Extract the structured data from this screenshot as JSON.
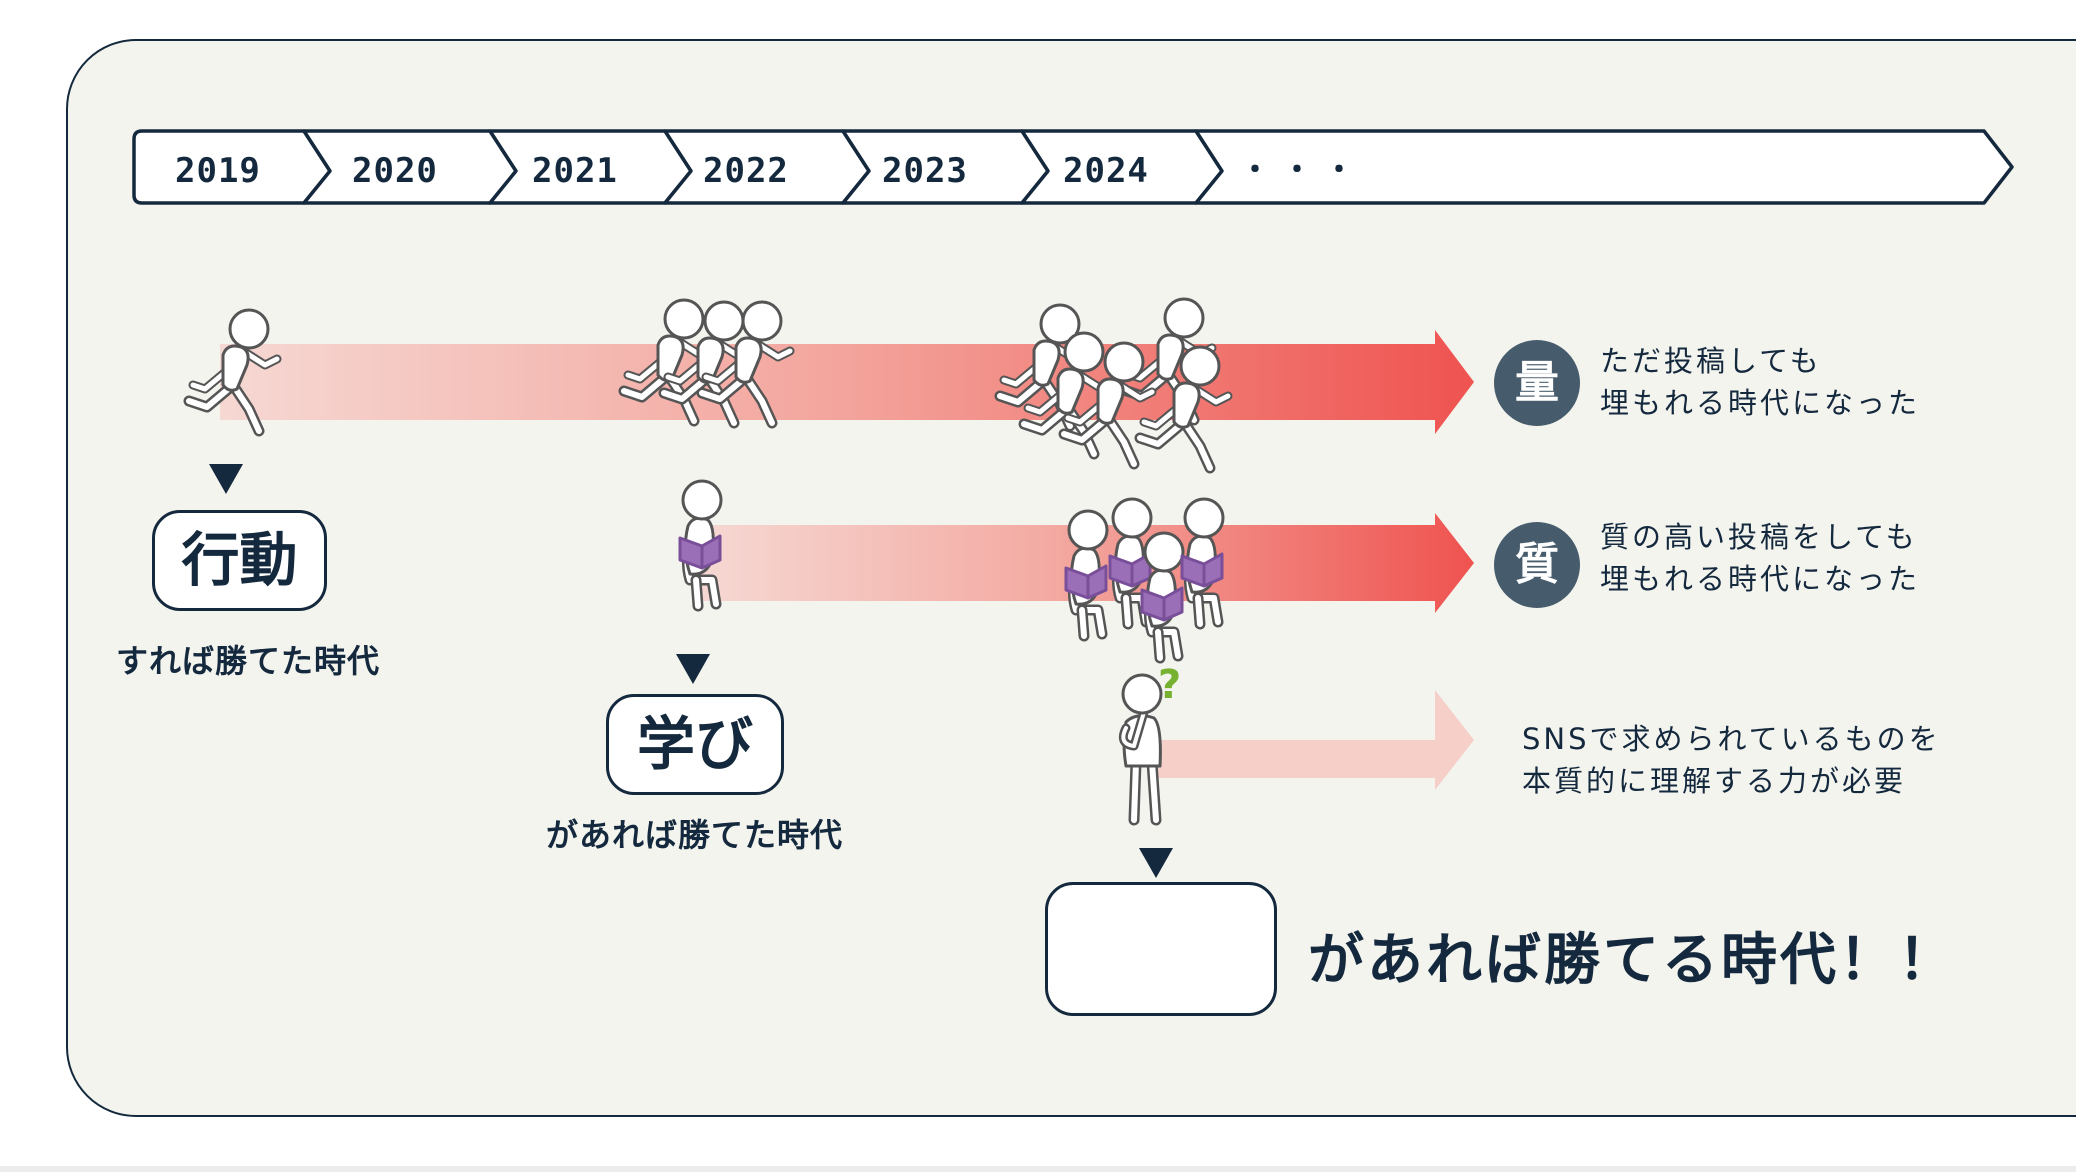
{
  "timeline": {
    "years": [
      "2019",
      "2020",
      "2021",
      "2022",
      "2023",
      "2024"
    ],
    "ellipsis": "・・・"
  },
  "rows": [
    {
      "badge": "量",
      "line1": "ただ投稿しても",
      "line2": "埋もれる時代になった"
    },
    {
      "badge": "質",
      "line1": "質の高い投稿をしても",
      "line2": "埋もれる時代になった"
    },
    {
      "line1": "SNSで求められているものを",
      "line2": "本質的に理解する力が必要"
    }
  ],
  "eras": {
    "action": {
      "label": "行動",
      "caption": "すれば勝てた時代"
    },
    "learning": {
      "label": "学び",
      "caption": "があれば勝てた時代"
    },
    "blank": {
      "label": "",
      "caption": "があれば勝てる時代！！"
    }
  },
  "question_mark": "?",
  "colors": {
    "navy": "#14293d",
    "arrow_red": "#ef5350",
    "arrow_pale": "#f6cfc9",
    "badge": "#465b6c",
    "book_purple": "#9b6fb8",
    "question_green": "#76b132",
    "panel": "#f4f4ef"
  }
}
